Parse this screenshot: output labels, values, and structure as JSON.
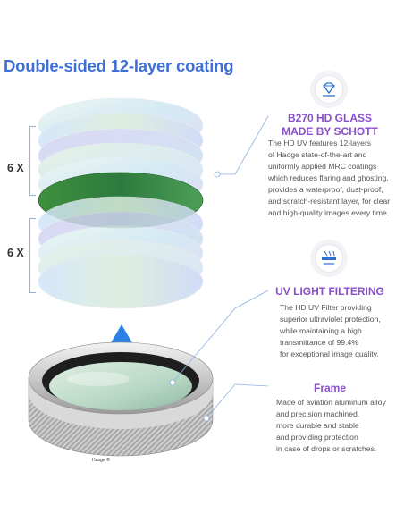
{
  "title": "Double-sided 12-layer coating",
  "layer_counts": [
    "6 X",
    "6 X"
  ],
  "features": [
    {
      "icon": "diamond-icon",
      "title_lines": [
        "B270 HD GLASS",
        "MADE BY SCHOTT"
      ],
      "body_lines": [
        "The HD UV features 12-layers",
        "of Haoge state-of-the-art and",
        "uniformly applied MRC coatings",
        "which reduces flaring and ghosting,",
        "provides a waterproof, dust-proof,",
        "and scratch-resistant layer, for clear",
        "and high-quality images every time."
      ]
    },
    {
      "icon": "uv-filter-icon",
      "title_lines": [
        "UV LIGHT FILTERING"
      ],
      "body_lines": [
        "The HD UV Filter providing",
        "superior ultraviolet protection,",
        "while maintaining a high",
        "transmittance of 99.4%",
        "for exceptional image quality."
      ]
    },
    {
      "title_lines": [
        "Frame"
      ],
      "body_lines": [
        "Made of aviation aluminum alloy",
        "and precision machined,",
        "more durable and stable",
        "and providing protection",
        "in case of drops or scratches."
      ]
    }
  ],
  "brand_text": "Haoge ®",
  "colors": {
    "title": "#3e6fd8",
    "feature_title": "#8a4fc9",
    "arrow": "#2f7fe6",
    "green_layer": "#3a8f3a"
  }
}
